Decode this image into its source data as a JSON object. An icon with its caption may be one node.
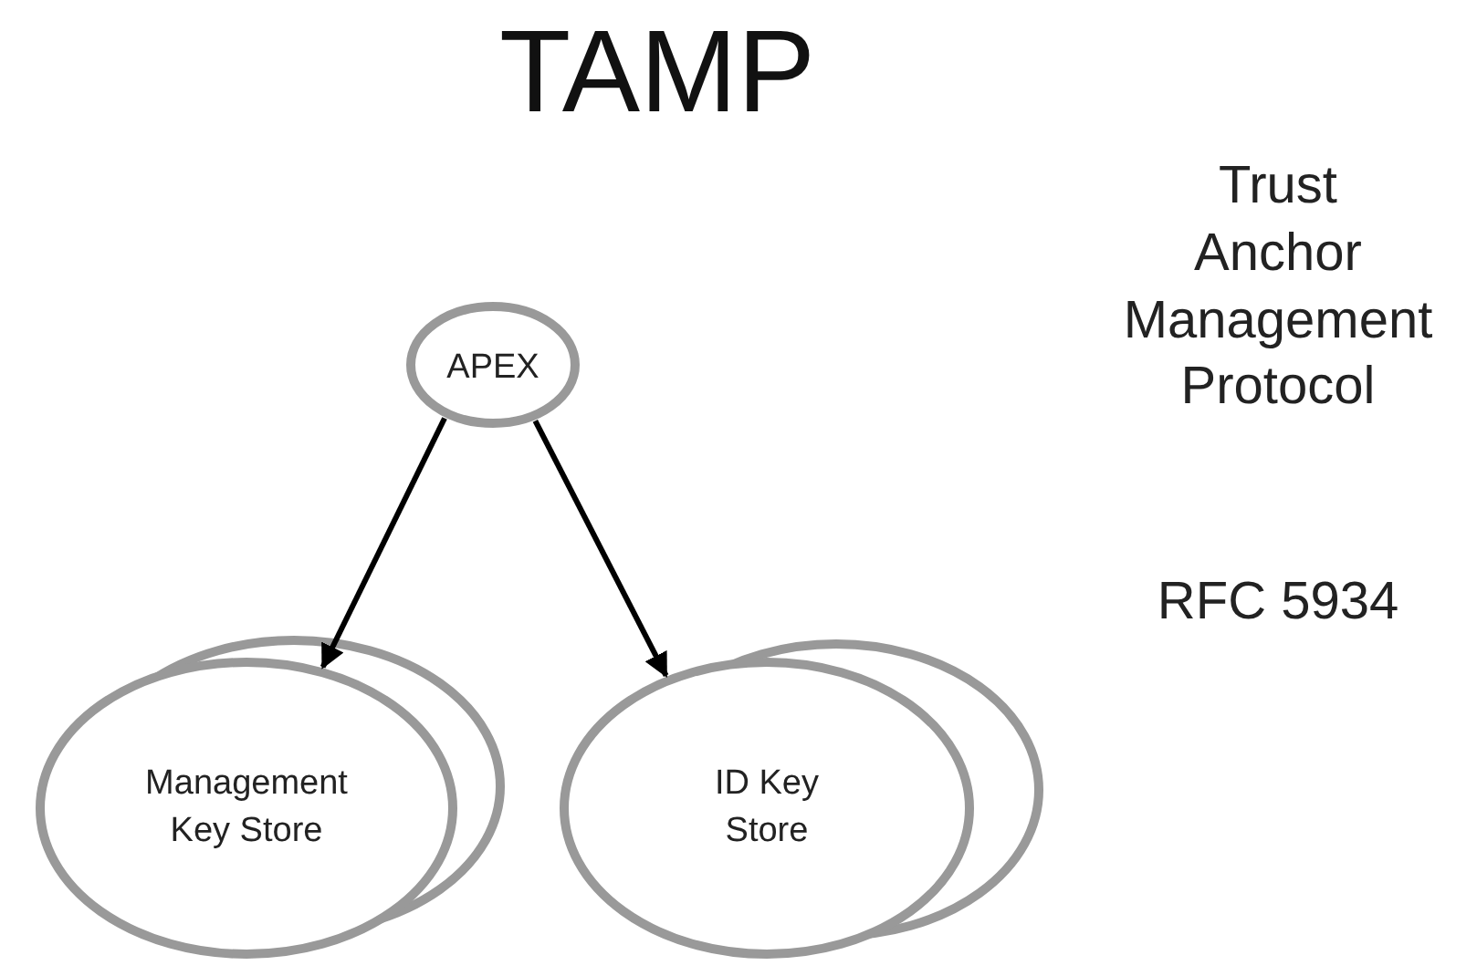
{
  "diagram": {
    "title": "TAMP",
    "nodes": [
      {
        "text": [
          "APEX"
        ]
      },
      {
        "text": [
          "Management Key Store"
        ]
      },
      {
        "text": [
          "ID Key Store"
        ]
      }
    ],
    "edges": [
      {
        "from": 0,
        "to": 1,
        "arrow": "to"
      },
      {
        "from": 0,
        "to": 2,
        "arrow": "to"
      }
    ],
    "labels": [
      "Trust Anchor Management Protocol",
      "RFC 5934"
    ]
  }
}
